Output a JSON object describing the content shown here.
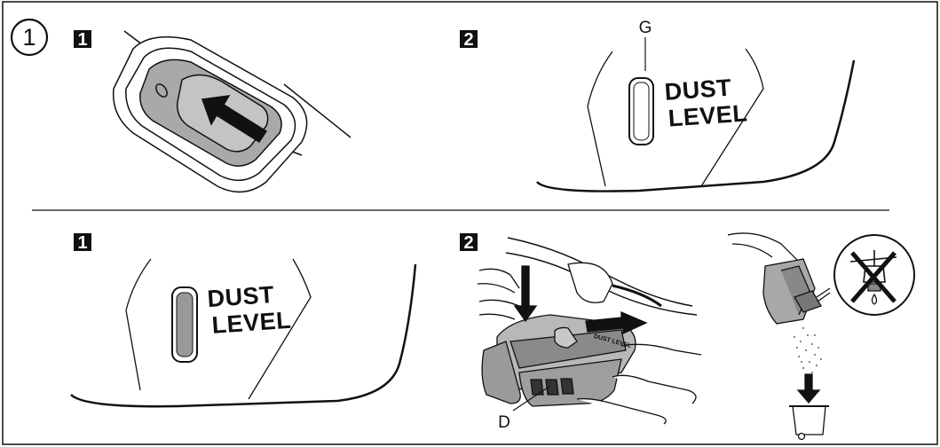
{
  "figure_number": "1",
  "top_row": {
    "step1": {
      "number": "1"
    },
    "step2": {
      "number": "2",
      "callout": "G",
      "indicator_line1": "DUST",
      "indicator_line2": "LEVEL"
    }
  },
  "bottom_row": {
    "step1": {
      "number": "1",
      "indicator_line1": "DUST",
      "indicator_line2": "LEVEL"
    },
    "step2": {
      "number": "2",
      "callout": "D",
      "small_label": "DUST LEVEL"
    }
  },
  "colors": {
    "ink": "#111111",
    "gray_fill": "#b8b8b8",
    "dark_gray": "#777777",
    "light_gray": "#dcdcdc"
  }
}
